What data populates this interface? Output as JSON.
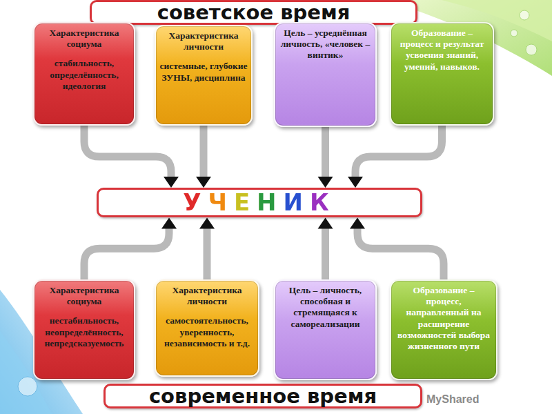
{
  "diagram": {
    "nodes": [
      {
        "text": [
          "советское время"
        ]
      },
      {
        "text": [
          "Характеристика социума",
          "стабильность, определённость, идеология"
        ]
      },
      {
        "text": [
          "Характеристика личности",
          "системные, глубокие ЗУНЫ, дисциплина"
        ]
      },
      {
        "text": [
          "Цель – усреднённая личность, «человек – винтик»"
        ]
      },
      {
        "text": [
          "Образование – процесс и результат усвоения знаний, умений, навыков."
        ]
      },
      {
        "text": [
          "УЧЕНИК"
        ]
      },
      {
        "text": [
          "Характеристика социума",
          "нестабильность, неопределённость, непредсказуемость"
        ]
      },
      {
        "text": [
          "Характеристика личности",
          "самостоятельность, уверенность, независимость и т.д."
        ]
      },
      {
        "text": [
          "Цель – личность, способная и стремящаяся к самореализации"
        ]
      },
      {
        "text": [
          "Образование – процесс, направленный на расширение возможностей выбора жизненного пути"
        ]
      },
      {
        "text": [
          "современное время"
        ]
      }
    ],
    "edges": [
      {
        "from": 1,
        "to": 5,
        "arrow": "to"
      },
      {
        "from": 2,
        "to": 5,
        "arrow": "to"
      },
      {
        "from": 3,
        "to": 5,
        "arrow": "to"
      },
      {
        "from": 4,
        "to": 5,
        "arrow": "to"
      },
      {
        "from": 6,
        "to": 5,
        "arrow": "to"
      },
      {
        "from": 7,
        "to": 5,
        "arrow": "to"
      },
      {
        "from": 8,
        "to": 5,
        "arrow": "to"
      },
      {
        "from": 9,
        "to": 5,
        "arrow": "to"
      }
    ],
    "labels": [
      "MyShared"
    ]
  }
}
